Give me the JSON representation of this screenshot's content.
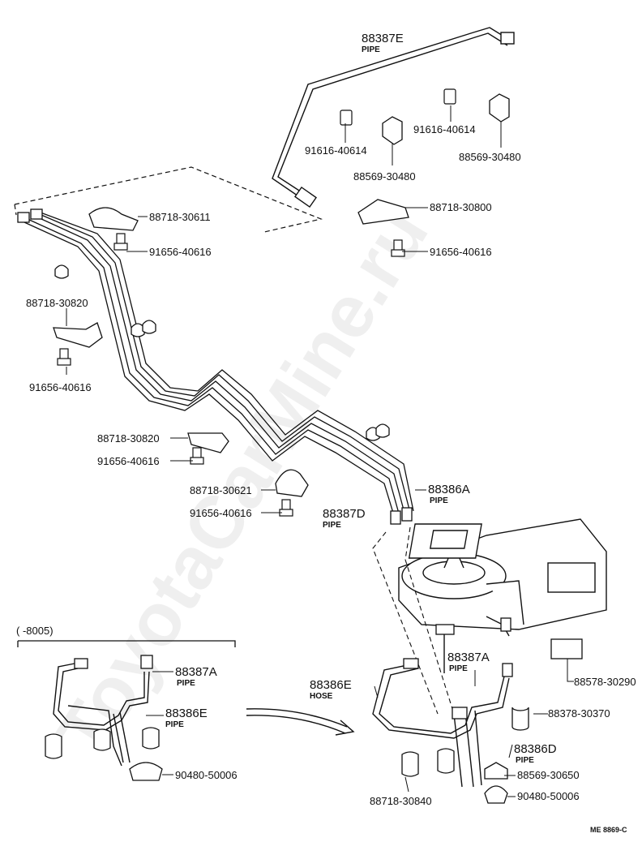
{
  "watermark": "ToyotaCarMine.ru",
  "diagram_code": "ME 8869-C",
  "range_label": "(      -8005)",
  "labels": {
    "p88387e": {
      "pn": "88387E",
      "sub": "PIPE"
    },
    "p88386a": {
      "pn": "88386A",
      "sub": "PIPE"
    },
    "p88387d": {
      "pn": "88387D",
      "sub": "PIPE"
    },
    "p88387a_right": {
      "pn": "88387A",
      "sub": "PIPE"
    },
    "p88387a_left": {
      "pn": "88387A",
      "sub": "PIPE"
    },
    "p88386e_pipe": {
      "pn": "88386E",
      "sub": "PIPE"
    },
    "p88386e_hose": {
      "pn": "88386E",
      "sub": "HOSE"
    },
    "p88386d": {
      "pn": "88386D",
      "sub": "PIPE"
    },
    "bolt_91616_left": "91616-40614",
    "bolt_91616_right": "91616-40614",
    "clamp_88569_left": "88569-30480",
    "clamp_88569_right": "88569-30480",
    "clamp_88718_30611": "88718-30611",
    "clamp_88718_30800": "88718-30800",
    "bolt_91656_a": "91656-40616",
    "bolt_91656_b": "91656-40616",
    "bracket_88718_30820_a": "88718-30820",
    "bolt_91656_c": "91656-40616",
    "bracket_88718_30820_b": "88718-30820",
    "bolt_91656_d": "91656-40616",
    "clamp_88718_30621": "88718-30621",
    "bolt_91656_e": "91656-40616",
    "pad_88578_30290": "88578-30290",
    "cap_88378_30370": "88378-30370",
    "clamp_88569_30650": "88569-30650",
    "grommet_right": "90480-50006",
    "grommet_left": "90480-50006",
    "clamp_88718_30840": "88718-30840"
  }
}
